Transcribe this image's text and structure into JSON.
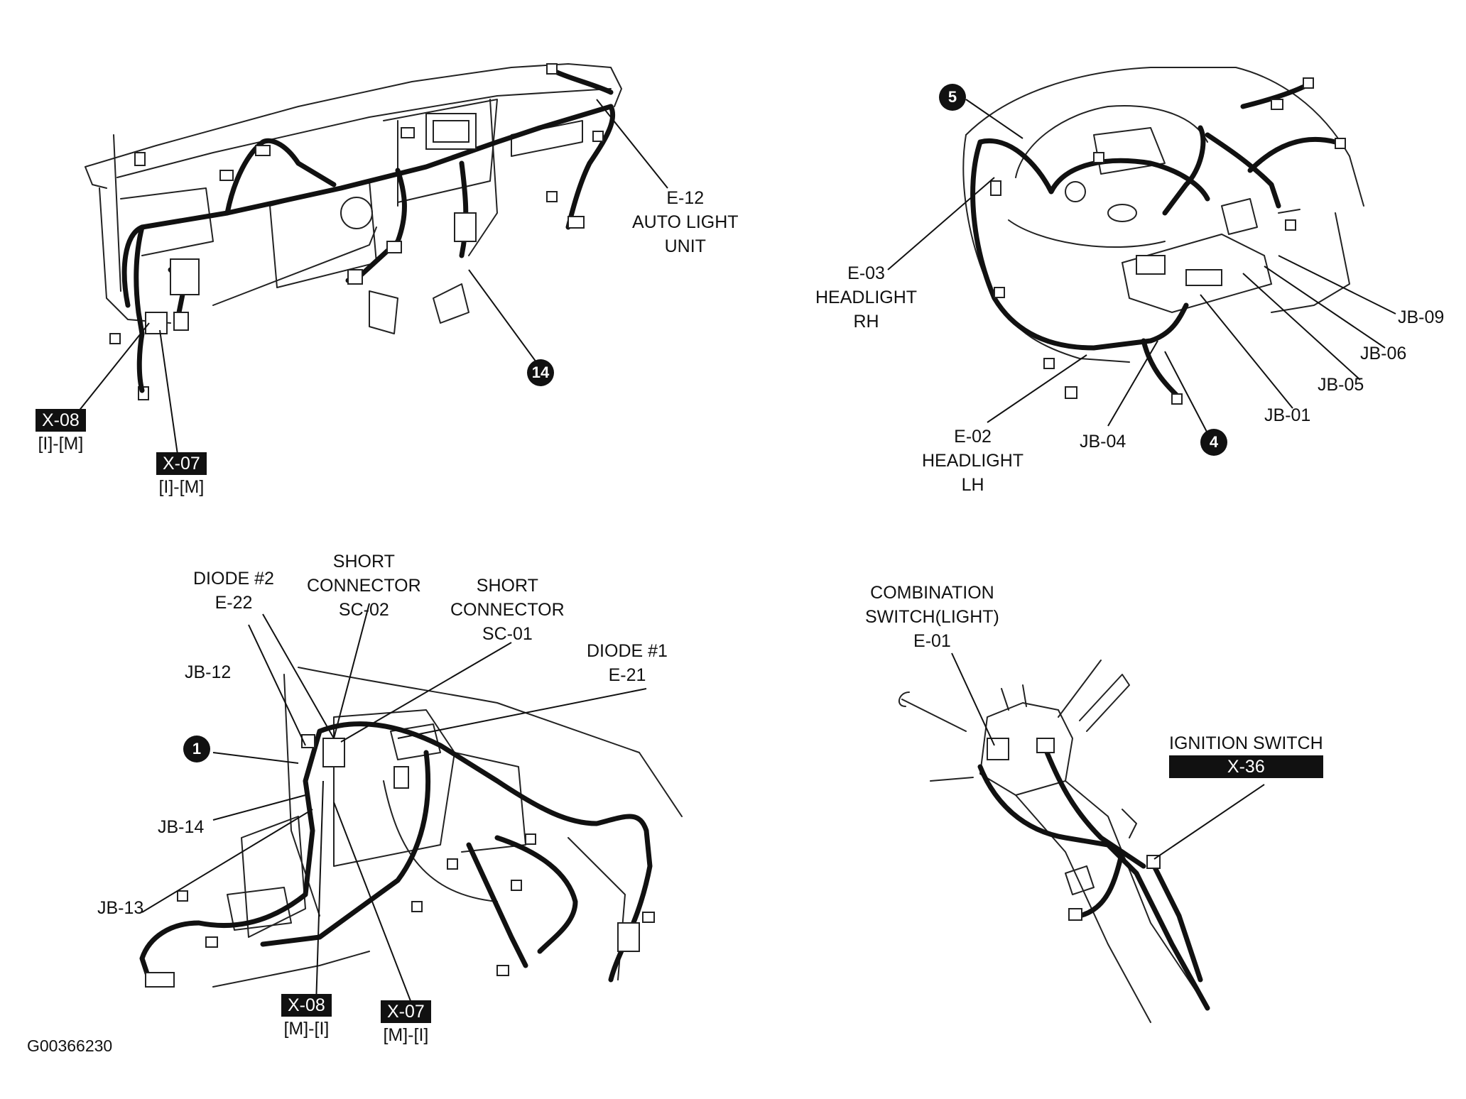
{
  "panels": {
    "dash_top_left": {
      "labels": {
        "e12": [
          "E-12",
          "AUTO LIGHT",
          "UNIT"
        ],
        "x08": {
          "tag": "X-08",
          "sub": "[I]-[M]"
        },
        "x07": {
          "tag": "X-07",
          "sub": "[I]-[M]"
        },
        "marker": "14"
      }
    },
    "engine_bay": {
      "labels": {
        "e03": [
          "E-03",
          "HEADLIGHT",
          "RH"
        ],
        "e02": [
          "E-02",
          "HEADLIGHT",
          "LH"
        ],
        "jb09": "JB-09",
        "jb06": "JB-06",
        "jb05": "JB-05",
        "jb01": "JB-01",
        "jb04": "JB-04",
        "marker5": "5",
        "marker4": "4"
      }
    },
    "dash_bottom_left": {
      "labels": {
        "diode2": [
          "DIODE #2",
          "E-22"
        ],
        "sc02": [
          "SHORT",
          "CONNECTOR",
          "SC-02"
        ],
        "sc01": [
          "SHORT",
          "CONNECTOR",
          "SC-01"
        ],
        "diode1": [
          "DIODE #1",
          "E-21"
        ],
        "jb12": "JB-12",
        "jb14": "JB-14",
        "jb13": "JB-13",
        "marker1": "1",
        "x08": {
          "tag": "X-08",
          "sub": "[M]-[I]"
        },
        "x07": {
          "tag": "X-07",
          "sub": "[M]-[I]"
        }
      }
    },
    "steering_column": {
      "labels": {
        "e01": [
          "COMBINATION",
          "SWITCH(LIGHT)",
          "E-01"
        ],
        "ignition": "IGNITION SWITCH",
        "x36": "X-36"
      }
    }
  },
  "figure_code": "G00366230"
}
